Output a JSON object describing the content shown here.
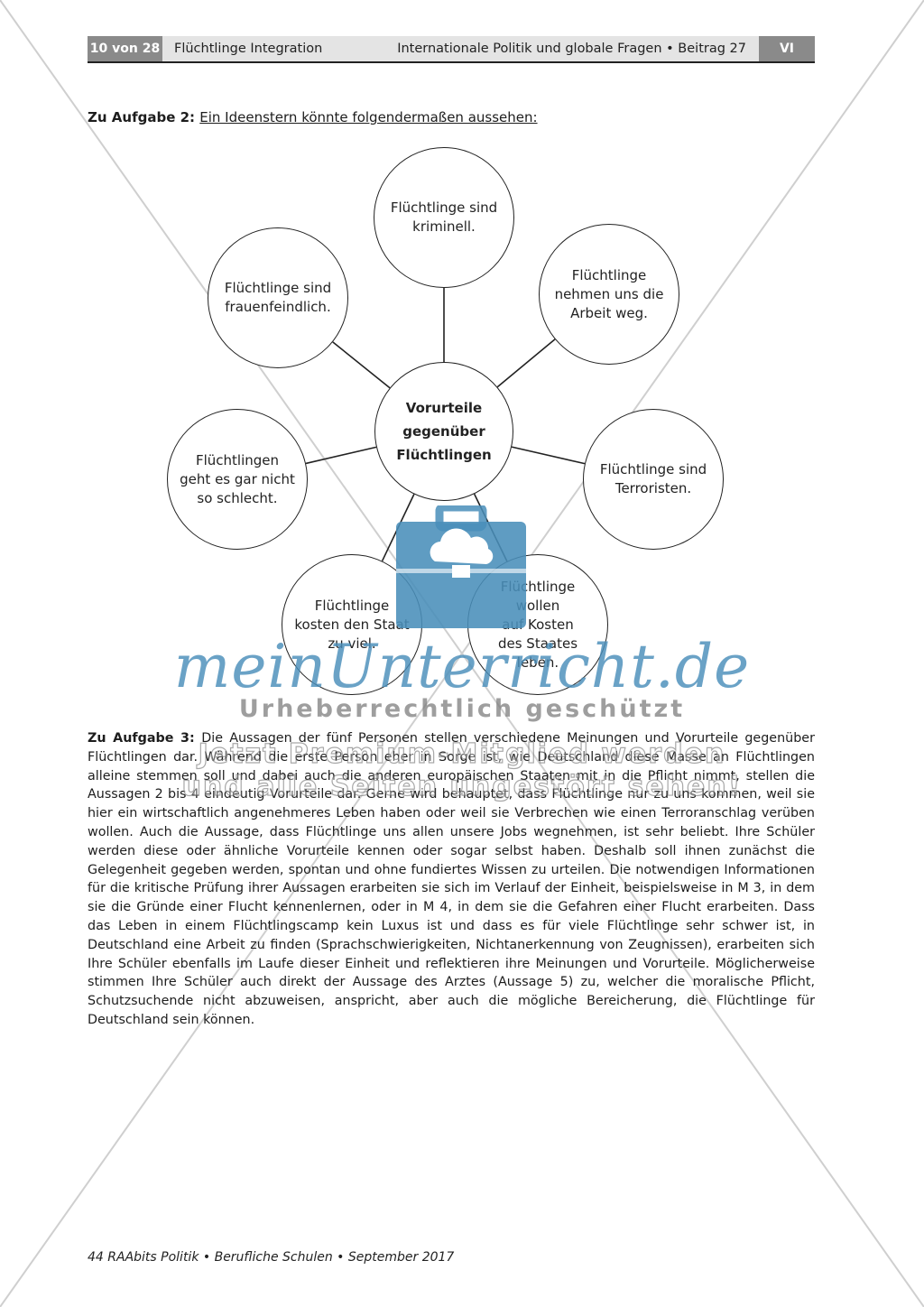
{
  "header": {
    "page_label": "10 von 28",
    "subject": "Flüchtlinge Integration",
    "series": "Internationale Politik und globale Fragen • Beitrag 27",
    "module": "VI"
  },
  "task2": {
    "label": "Zu Aufgabe 2",
    "text": "Ein Ideenstern könnte folgendermaßen aussehen:"
  },
  "ideenstern": {
    "center": "Vorurteile\ngegenüber\nFlüchtlingen",
    "nodes": [
      "Flüchtlinge sind\nkriminell.",
      "Flüchtlinge\nnehmen uns die\nArbeit weg.",
      "Flüchtlinge sind\nTerroristen.",
      "Flüchtlinge\nwollen\nauf Kosten\ndes Staates\nleben.",
      "Flüchtlinge\nkosten den Staat\nzu viel.",
      "Flüchtlingen\ngeht es gar nicht\nso schlecht.",
      "Flüchtlinge sind\nfrauenfeindlich."
    ]
  },
  "watermark": {
    "brand": "meinUnterricht.de",
    "copyright": "Urheberrechtlich geschützt",
    "premium_line1": "Jetzt Premium-Mitglied werden",
    "premium_line2": "und alle Seiten ungestört sehen!"
  },
  "task3": {
    "label": "Zu Aufgabe 3",
    "text": "Die Aussagen der fünf Personen stellen verschiedene Meinungen und Vorurteile gegenüber Flüchtlingen dar. Während die erste Person eher in Sorge ist, wie Deutschland diese Masse an Flüchtlingen alleine stemmen soll und dabei auch die anderen europäischen Staaten mit in die Pflicht nimmt, stellen die Aussagen 2 bis 4 eindeutig Vorurteile dar. Gerne wird behauptet, dass Flüchtlinge nur zu uns kommen, weil sie hier ein wirtschaftlich angenehmeres Leben haben oder weil sie Verbrechen wie einen Terroranschlag verüben wollen. Auch die Aussage, dass Flüchtlinge uns allen unsere Jobs wegnehmen, ist sehr beliebt. Ihre Schüler werden diese oder ähnliche Vorurteile kennen oder sogar selbst haben. Deshalb soll ihnen zunächst die Gelegenheit gegeben werden, spontan und ohne fundiertes Wissen zu urteilen. Die notwendigen Informationen für die kritische Prüfung ihrer Aussagen erarbeiten sie sich im Verlauf der Einheit, beispielsweise in M 3, in dem sie die Gründe einer Flucht kennenlernen, oder in M 4, in dem sie die Gefahren einer Flucht erarbeiten. Dass das Leben in einem Flüchtlingscamp kein Luxus ist und dass es für viele Flüchtlinge sehr schwer ist, in Deutschland eine Arbeit zu finden (Sprachschwierigkeiten, Nichtanerkennung von Zeugnissen), erarbeiten sich Ihre Schüler ebenfalls im Laufe dieser Einheit und reflektieren ihre Meinungen und Vorurteile. Möglicherweise stimmen Ihre Schüler auch direkt der Aussage des Arztes (Aussage 5) zu, welcher die moralische Pflicht, Schutzsuchende nicht abzuweisen, anspricht, aber auch die mögliche Bereicherung, die Flüchtlinge für Deutschland sein können."
  },
  "footer": {
    "text": "44 RAAbits Politik • Berufliche Schulen • September 2017"
  }
}
